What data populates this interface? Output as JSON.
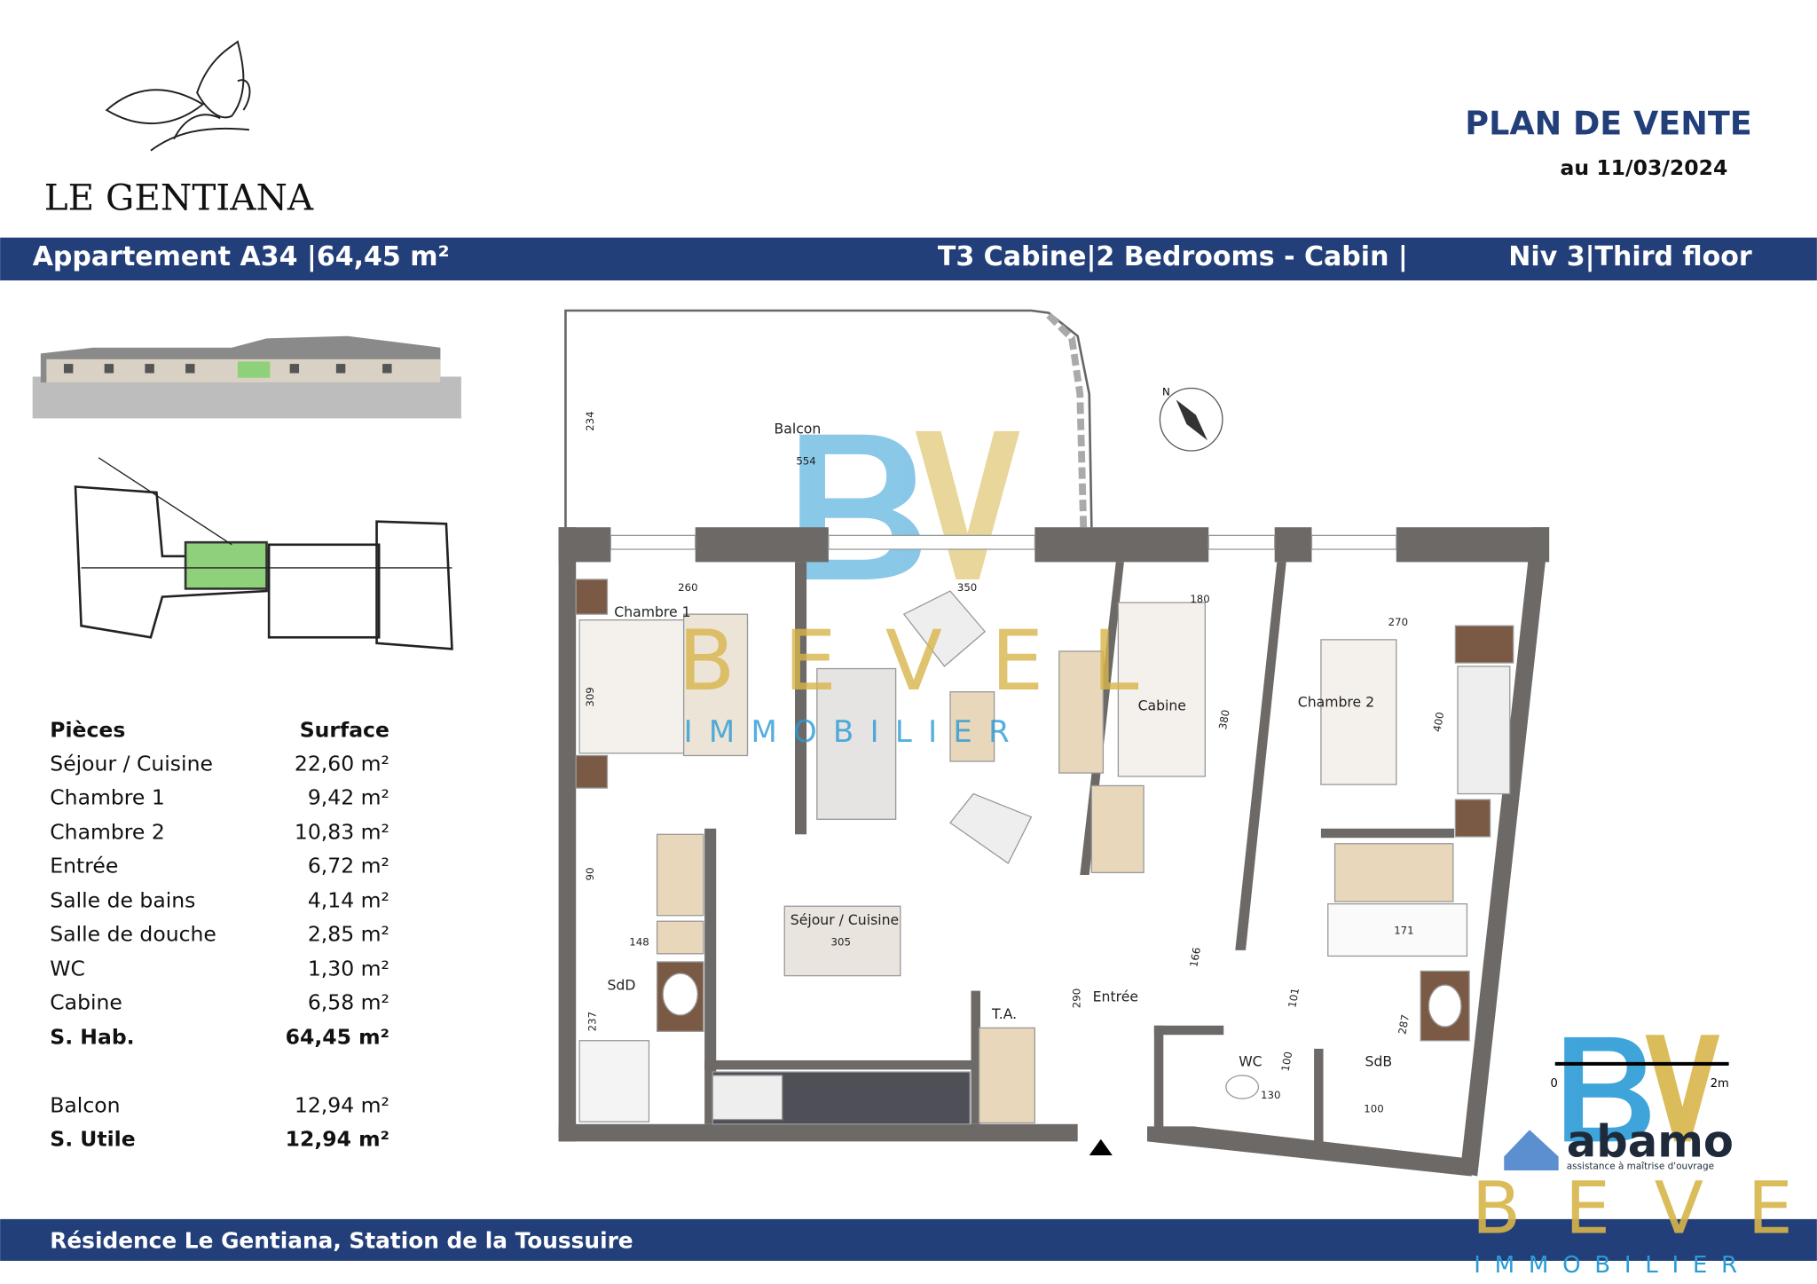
{
  "brand": {
    "name": "LE GENTIANA"
  },
  "title": {
    "heading": "PLAN DE VENTE",
    "date": "au 11/03/2024"
  },
  "header_band": {
    "apartment": "Appartement  A34 |64,45 m²",
    "type": "T3 Cabine|2 Bedrooms - Cabin |",
    "level": "Niv 3|Third floor"
  },
  "rooms_table": {
    "col_room": "Pièces",
    "col_surface": "Surface",
    "rows": [
      {
        "room": "Séjour / Cuisine",
        "surface": "22,60 m²"
      },
      {
        "room": "Chambre 1",
        "surface": "9,42 m²"
      },
      {
        "room": "Chambre 2",
        "surface": "10,83 m²"
      },
      {
        "room": "Entrée",
        "surface": "6,72 m²"
      },
      {
        "room": "Salle de bains",
        "surface": "4,14 m²"
      },
      {
        "room": "Salle de douche",
        "surface": "2,85 m²"
      },
      {
        "room": "WC",
        "surface": "1,30 m²"
      },
      {
        "room": "Cabine",
        "surface": "6,58 m²"
      }
    ],
    "total_hab": {
      "room": "S. Hab.",
      "surface": "64,45 m²"
    },
    "balcon": {
      "room": "Balcon",
      "surface": "12,94 m²"
    },
    "total_utile": {
      "room": "S. Utile",
      "surface": "12,94 m²"
    }
  },
  "plan": {
    "labels": {
      "balcon": "Balcon",
      "chambre1": "Chambre 1",
      "cabine": "Cabine",
      "chambre2": "Chambre 2",
      "sejour": "Séjour / Cuisine",
      "sdd": "SdD",
      "entree": "Entrée",
      "wc": "WC",
      "sdb": "SdB",
      "ta": "T.A.",
      "north": "N"
    },
    "dimensions": {
      "d234": "234",
      "d554": "554",
      "d260": "260",
      "d350": "350",
      "d180": "180",
      "d270": "270",
      "d309": "309",
      "d380": "380",
      "d400": "400",
      "d90": "90",
      "d148": "148",
      "d305": "305",
      "d237": "237",
      "d290": "290",
      "d166": "166",
      "d171": "171",
      "d101": "101",
      "d287": "287",
      "d100a": "100",
      "d130": "130",
      "d100b": "100"
    },
    "scale": {
      "start": "0",
      "end": "2m"
    }
  },
  "watermark": {
    "bevel": "BEVEL",
    "immobilier": "IMMOBILIER",
    "abamo": "abamo",
    "abamo_tagline": "assistance à maîtrise d'ouvrage"
  },
  "footer": {
    "text": "Résidence Le Gentiana, Station de la Toussuire"
  },
  "colors": {
    "band": "#233f7a",
    "wall": "#6d6966",
    "wood": "#e9d8bd",
    "gold": "#d8b54a",
    "blue": "#2a9bd6"
  }
}
